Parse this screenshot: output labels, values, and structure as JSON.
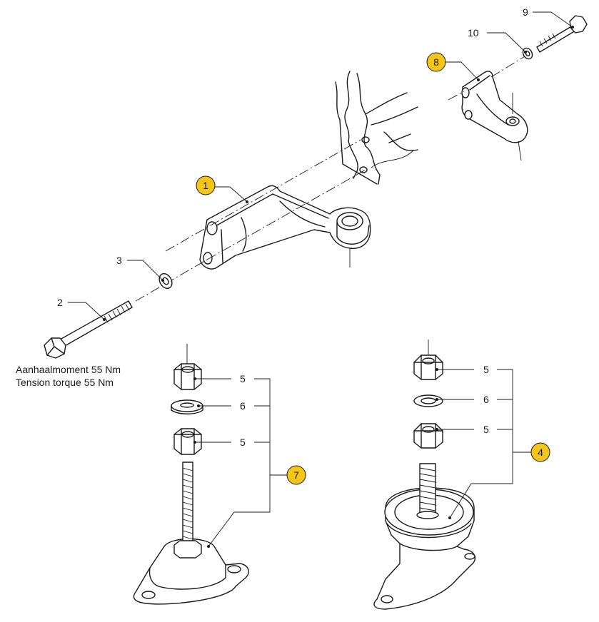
{
  "callouts": {
    "c1": "1",
    "c2": "2",
    "c3": "3",
    "c4": "4",
    "c5a": "5",
    "c5b": "5",
    "c5c": "5",
    "c5d": "5",
    "c6a": "6",
    "c6b": "6",
    "c7": "7",
    "c8": "8",
    "c9": "9",
    "c10": "10"
  },
  "note": {
    "line1": "Aanhaalmoment 55 Nm",
    "line2": "Tension torque 55 Nm"
  },
  "colors": {
    "highlight": "#f5c518",
    "ink": "#1a1a1a"
  }
}
